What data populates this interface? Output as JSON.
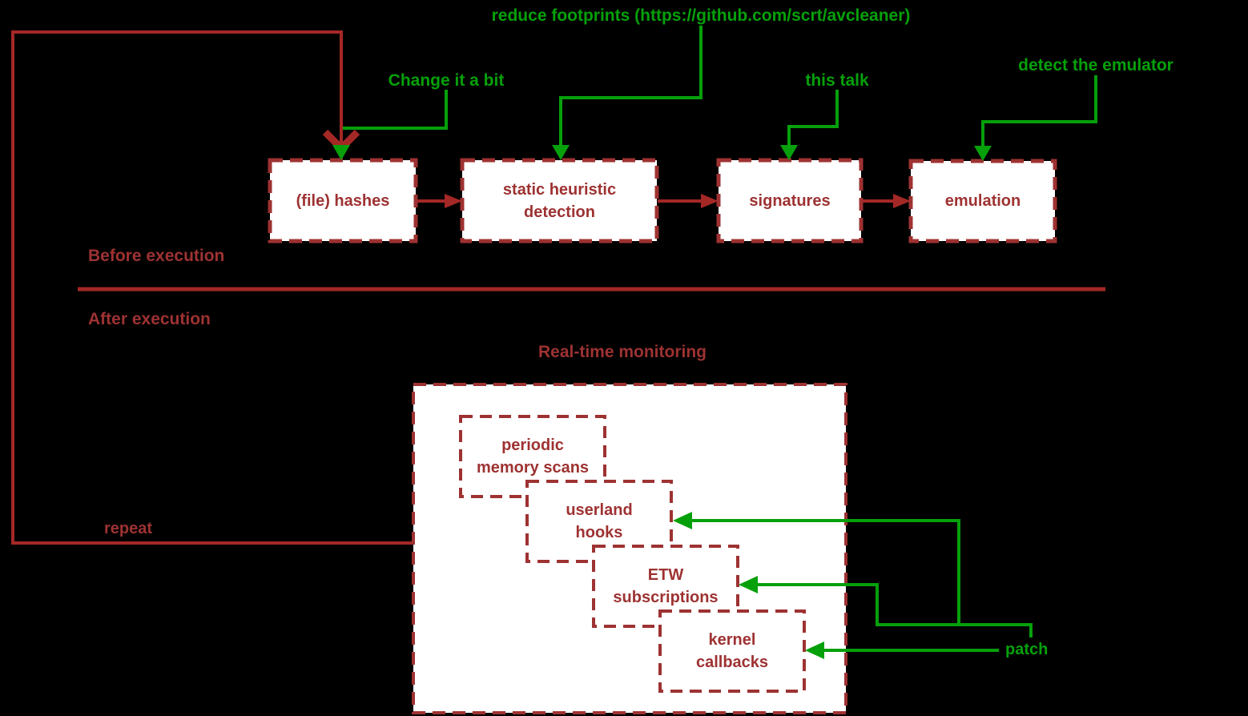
{
  "colors": {
    "background": "#000000",
    "dark_red": "#9E3232",
    "red_line": "#A42826",
    "green": "#06A00A",
    "box_fill": "#FFFFFF"
  },
  "top_flow": {
    "boxes": [
      {
        "label": "(file) hashes"
      },
      {
        "label": "static heuristic\ndetection"
      },
      {
        "label": "signatures"
      },
      {
        "label": "emulation"
      }
    ]
  },
  "green_labels": {
    "change": "Change it a bit",
    "reduce": "reduce footprints (https://github.com/scrt/avcleaner)",
    "this_talk": "this talk",
    "detect": "detect the emulator",
    "patch": "patch"
  },
  "sections": {
    "before": "Before execution",
    "after": "After execution",
    "realtime": "Real-time monitoring",
    "repeat": "repeat"
  },
  "monitoring_boxes": [
    {
      "label": "periodic\nmemory scans"
    },
    {
      "label": "userland\nhooks"
    },
    {
      "label": "ETW\nsubscriptions"
    },
    {
      "label": "kernel\ncallbacks"
    }
  ]
}
